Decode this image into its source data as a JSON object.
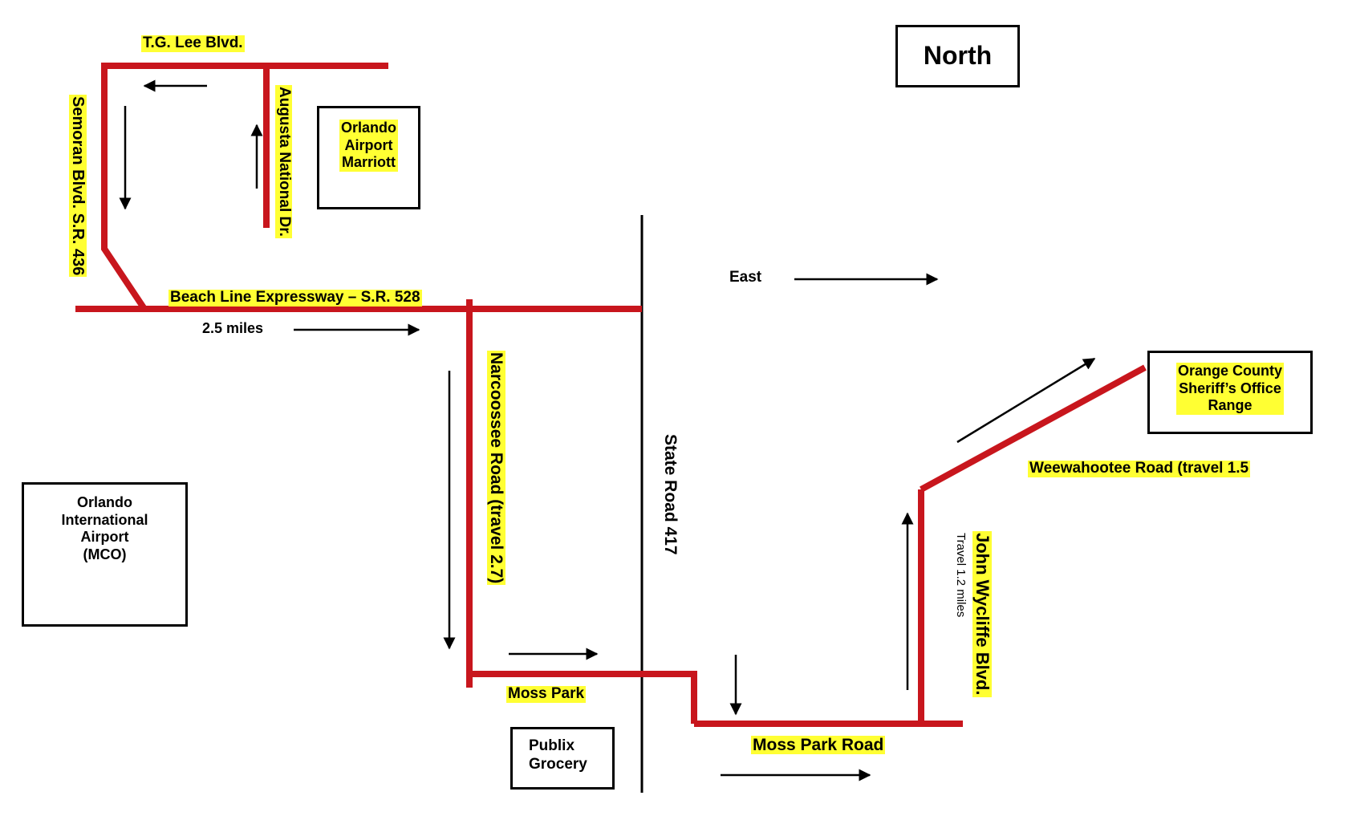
{
  "colors": {
    "road": "#c8161d",
    "highlight": "#ffff33",
    "ink": "#000000"
  },
  "compass": {
    "north": "North",
    "east": "East"
  },
  "roads": {
    "tg_lee": "T.G. Lee Blvd.",
    "semoran": "Semoran Blvd. S.R. 436",
    "augusta": "Augusta National Dr.",
    "beachline": "Beach Line Expressway – S.R. 528",
    "beachline_distance": "2.5 miles",
    "narcoossee": "Narcoossee Road (travel  2.7)",
    "state_road": "State Road 417",
    "moss_park_upper": "Moss Park",
    "moss_park_lower": "Moss Park Road",
    "john_wycliffe": "John Wycliffe Blvd.",
    "john_wycliffe_distance": "Travel 1.2 miles",
    "weewahootee": "Weewahootee Road (travel 1.5"
  },
  "places": {
    "marriott": [
      "Orlando",
      "Airport",
      "Marriott"
    ],
    "mco": [
      "Orlando",
      "International",
      "Airport",
      "(MCO)"
    ],
    "publix": [
      "Publix",
      "Grocery"
    ],
    "range": [
      "Orange County",
      "Sheriff’s Office",
      "Range"
    ]
  }
}
